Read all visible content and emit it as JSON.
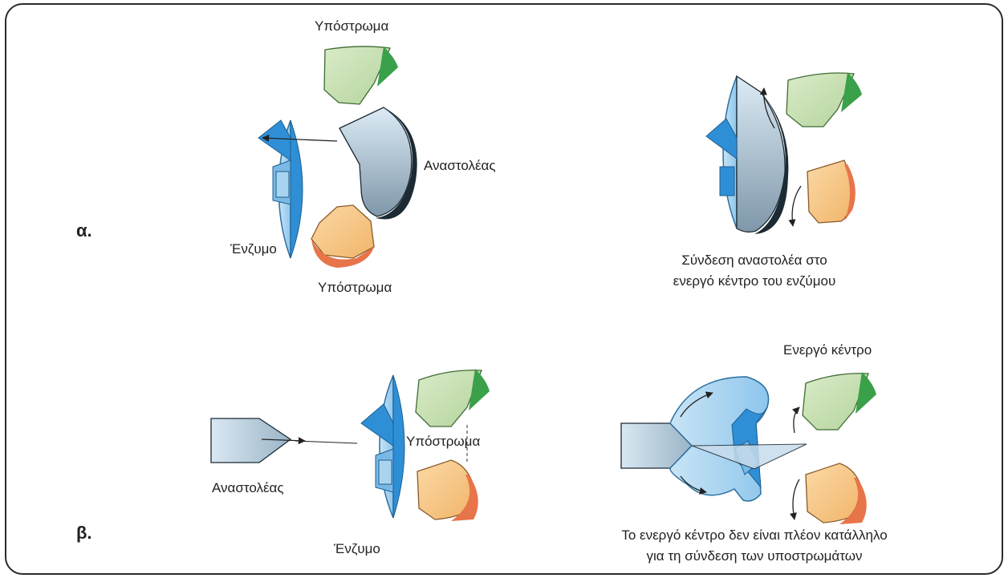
{
  "parts": {
    "a": "α.",
    "b": "β."
  },
  "labels": {
    "substrate": "Υπόστρωμα",
    "inhibitor": "Αναστολέας",
    "enzyme": "Ένζυμο",
    "active_site": "Ενεργό κέντρο",
    "caption_a_line1": "Σύνδεση αναστολέα στο",
    "caption_a_line2": "ενεργό κέντρο του ενζύμου",
    "caption_b_line1": "Το ενεργό κέντρο δεν είναι πλέον κατάλληλο",
    "caption_b_line2": "για τη σύνδεση των υποστρωμάτων"
  },
  "colors": {
    "enzyme": "#a9d4f0",
    "enzyme_edge": "#2f8fd6",
    "substrate_green": "#c9e0b4",
    "substrate_green_edge": "#3aa04a",
    "substrate_orange": "#f7c98c",
    "substrate_orange_edge": "#e8744a",
    "inhibitor": "#c7dcec",
    "inhibitor_edge": "#1c2a33"
  }
}
